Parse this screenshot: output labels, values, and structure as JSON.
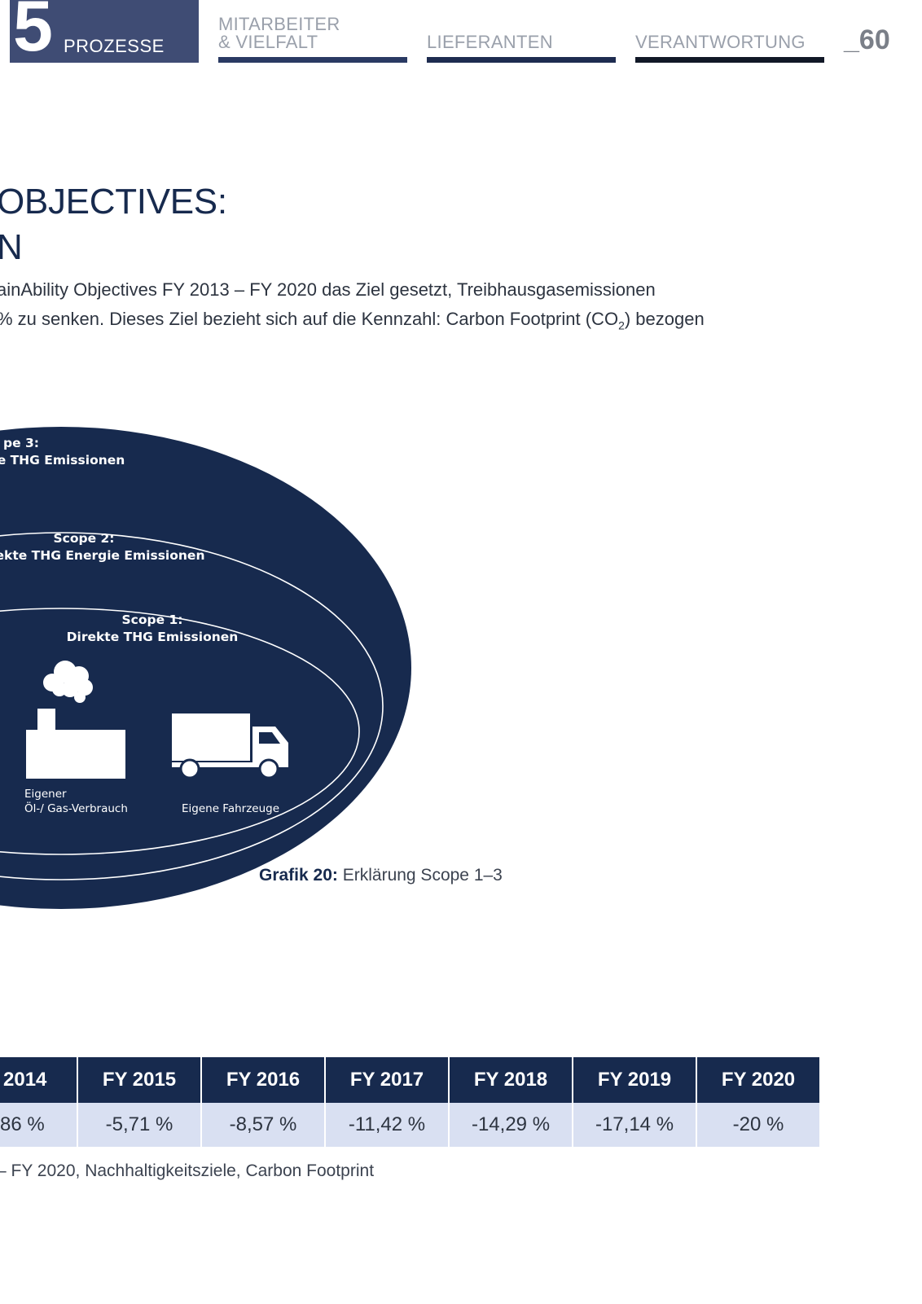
{
  "nav": {
    "chapter_number": "5",
    "chapter_label": "PROZESSE",
    "tabs": [
      {
        "label": "MITARBEITER\n& VIELFALT",
        "bar_color": "#2a3a63"
      },
      {
        "label": "LIEFERANTEN",
        "bar_color": "#1e2c50"
      },
      {
        "label": "VERANTWORTUNG",
        "bar_color": "#111827"
      }
    ],
    "page_number": "_60"
  },
  "headline": "OBJECTIVES:\nN",
  "body": {
    "line1": "ainAbility Objectives FY 2013 – FY 2020 das Ziel gesetzt, Treibhausgasemissionen",
    "line2_before_sub": "% zu senken. Dieses Ziel bezieht sich auf die Kennzahl: Carbon Footprint (CO",
    "subscript": "2",
    "line2_after_sub": ") bezogen"
  },
  "diagram": {
    "scope3_title": "pe 3:",
    "scope3_subtitle": "e THG Emissionen",
    "scope2_title": "Scope 2:",
    "scope2_subtitle": "ekte THG Energie Emissionen",
    "scope1_title": "Scope 1:",
    "scope1_subtitle": "Direkte THG Emissionen",
    "factory_label_line1": "Eigener",
    "factory_label_line2": "Öl-/ Gas-Verbrauch",
    "truck_label": "Eigene Fahrzeuge",
    "fill_color": "#172a4e"
  },
  "figure_caption": {
    "label": "Grafik 20:",
    "text": " Erklärung Scope 1–3"
  },
  "table": {
    "headers": [
      "2014",
      "FY 2015",
      "FY 2016",
      "FY 2017",
      "FY 2018",
      "FY 2019",
      "FY 2020"
    ],
    "values": [
      "86 %",
      "-5,71 %",
      "-8,57 %",
      "-11,42 %",
      "-14,29 %",
      "-17,14 %",
      "-20 %"
    ],
    "caption": "– FY 2020, Nachhaltigkeitsziele, Carbon Footprint"
  }
}
